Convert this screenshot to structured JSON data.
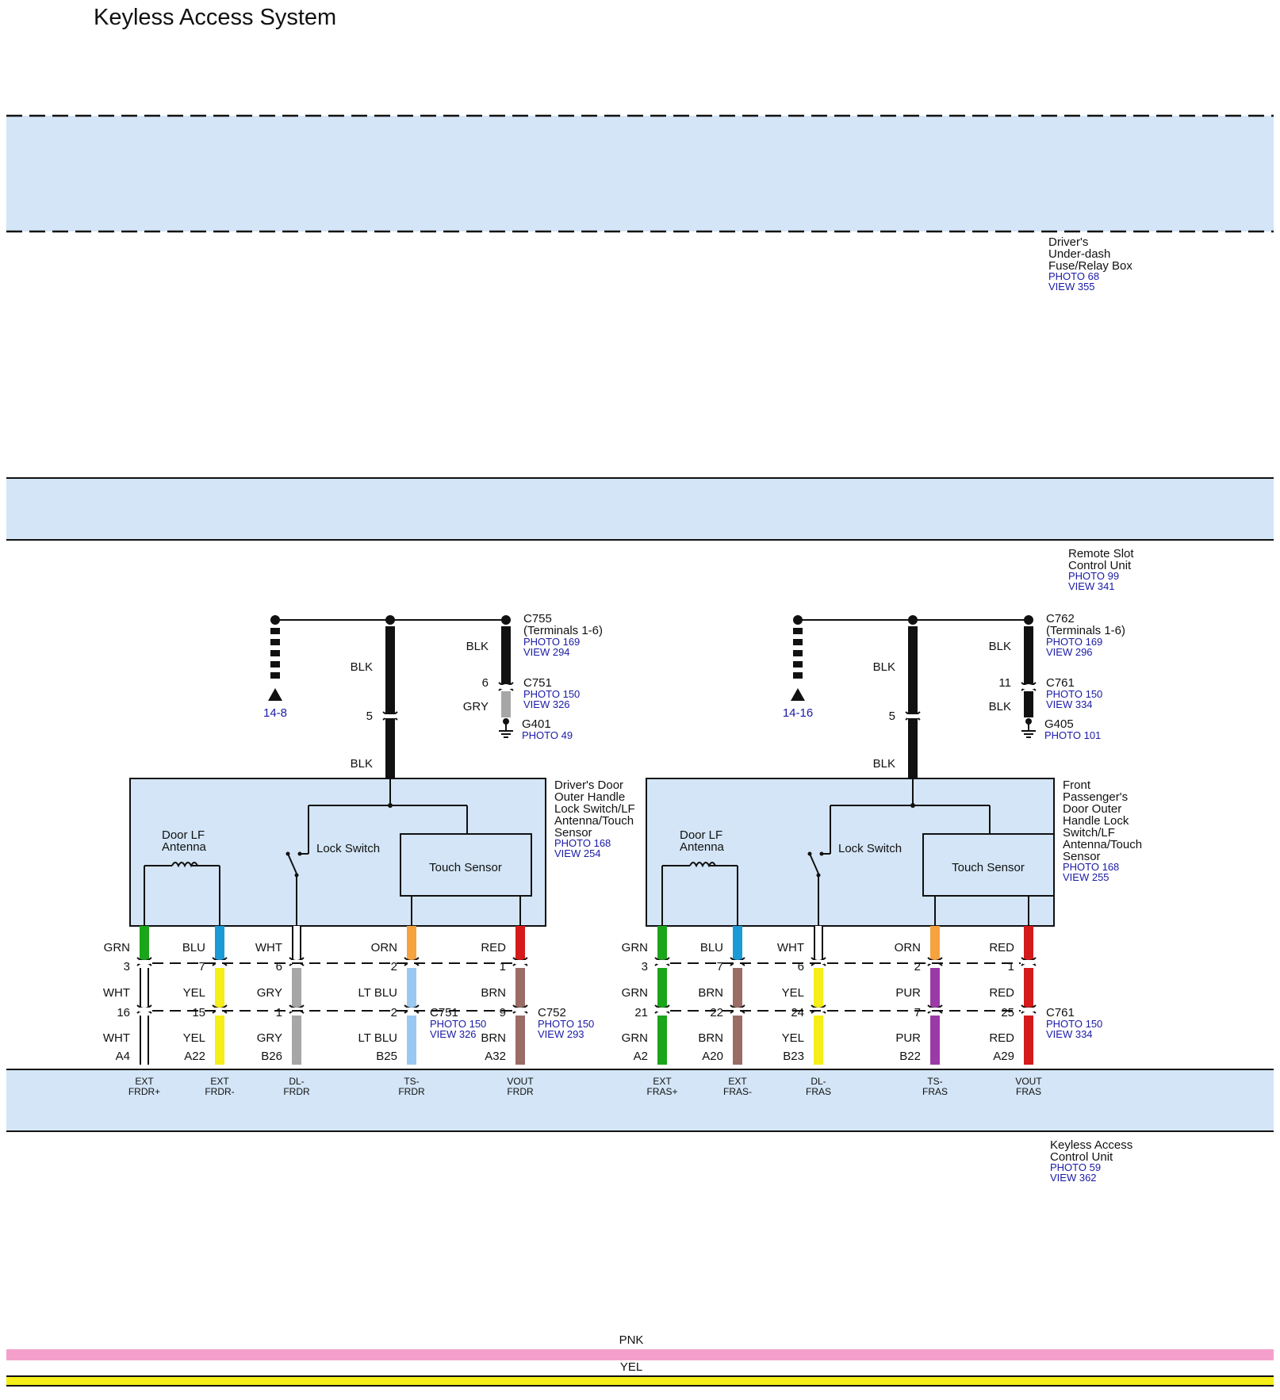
{
  "title": "Keyless Access System",
  "colors": {
    "box_fill": "#d3e5f6",
    "link_text": "#1a1aa6",
    "GRN": "#1aa51a",
    "BLU": "#1a9ad6",
    "WHT": "#ffffff",
    "ORN": "#f5a23f",
    "RED": "#d41a1a",
    "YEL": "#f5ee18",
    "GRY": "#a6a6a6",
    "LT BLU": "#99c9f0",
    "BRN": "#9b6b66",
    "PUR": "#9b3aa6",
    "BLK": "#111111",
    "PNK": "#f5a0cc"
  },
  "fuse_box": {
    "label": [
      "Driver's",
      "Under-dash",
      "Fuse/Relay Box"
    ],
    "photo": "PHOTO 68",
    "view": "VIEW 355"
  },
  "remote_slot": {
    "label": [
      "Remote Slot",
      "Control Unit"
    ],
    "photo": "PHOTO 99",
    "view": "VIEW 341"
  },
  "control_unit": {
    "label": [
      "Keyless Access",
      "Control Unit"
    ],
    "photo": "PHOTO 59",
    "view": "VIEW 362"
  },
  "left": {
    "ref": "14-8",
    "splice": {
      "code": "C755",
      "sub": "(Terminals 1-6)",
      "photo": "PHOTO 169",
      "view": "VIEW 294",
      "wire": "BLK"
    },
    "ground_conn": {
      "code": "C751",
      "pin": "6",
      "photo": "PHOTO 150",
      "view": "VIEW 326",
      "wire": "GRY"
    },
    "ground": {
      "code": "G401",
      "photo": "PHOTO 49"
    },
    "center": {
      "pin": "5",
      "wire_top": "BLK",
      "wire_bottom": "BLK"
    },
    "unit": {
      "label": [
        "Driver's Door",
        "Outer Handle",
        "Lock Switch/LF",
        "Antenna/Touch",
        "Sensor"
      ],
      "photo": "PHOTO 168",
      "view": "VIEW 254"
    },
    "antenna": [
      "Door LF",
      "Antenna"
    ],
    "lock_switch": "Lock Switch",
    "touch_sensor": "Touch Sensor",
    "wires": [
      {
        "c1": "GRN",
        "pin1": "3",
        "c2": "WHT",
        "pin2": "16",
        "c3": "WHT",
        "term": "A4",
        "sig": [
          "EXT",
          "FRDR+"
        ]
      },
      {
        "c1": "BLU",
        "pin1": "7",
        "c2": "YEL",
        "pin2": "15",
        "c3": "YEL",
        "term": "A22",
        "sig": [
          "EXT",
          "FRDR-"
        ]
      },
      {
        "c1": "WHT",
        "pin1": "6",
        "c2": "GRY",
        "pin2": "1",
        "c3": "GRY",
        "term": "B26",
        "sig": [
          "DL-",
          "FRDR"
        ]
      },
      {
        "c1": "ORN",
        "pin1": "2",
        "c2": "LT BLU",
        "pin2": "2",
        "c3": "LT BLU",
        "term": "B25",
        "sig": [
          "TS-",
          "FRDR"
        ]
      },
      {
        "c1": "RED",
        "pin1": "1",
        "c2": "BRN",
        "pin2": "9",
        "c3": "BRN",
        "term": "A32",
        "sig": [
          "VOUT",
          "FRDR"
        ]
      }
    ],
    "conn_a": {
      "code": "C751",
      "photo": "PHOTO 150",
      "view": "VIEW 326"
    },
    "conn_b": {
      "code": "C752",
      "photo": "PHOTO 150",
      "view": "VIEW 293"
    }
  },
  "right": {
    "ref": "14-16",
    "splice": {
      "code": "C762",
      "sub": "(Terminals 1-6)",
      "photo": "PHOTO 169",
      "view": "VIEW 296",
      "wire": "BLK"
    },
    "ground_conn": {
      "code": "C761",
      "pin": "11",
      "photo": "PHOTO 150",
      "view": "VIEW 334",
      "wire": "BLK"
    },
    "ground": {
      "code": "G405",
      "photo": "PHOTO 101"
    },
    "center": {
      "pin": "5",
      "wire_top": "BLK",
      "wire_bottom": "BLK"
    },
    "unit": {
      "label": [
        "Front",
        "Passenger's",
        "Door Outer",
        "Handle Lock",
        "Switch/LF",
        "Antenna/Touch",
        "Sensor"
      ],
      "photo": "PHOTO 168",
      "view": "VIEW 255"
    },
    "antenna": [
      "Door LF",
      "Antenna"
    ],
    "lock_switch": "Lock Switch",
    "touch_sensor": "Touch Sensor",
    "wires": [
      {
        "c1": "GRN",
        "pin1": "3",
        "c2": "GRN",
        "pin2": "21",
        "c3": "GRN",
        "term": "A2",
        "sig": [
          "EXT",
          "FRAS+"
        ]
      },
      {
        "c1": "BLU",
        "pin1": "7",
        "c2": "BRN",
        "pin2": "22",
        "c3": "BRN",
        "term": "A20",
        "sig": [
          "EXT",
          "FRAS-"
        ]
      },
      {
        "c1": "WHT",
        "pin1": "6",
        "c2": "YEL",
        "pin2": "24",
        "c3": "YEL",
        "term": "B23",
        "sig": [
          "DL-",
          "FRAS"
        ]
      },
      {
        "c1": "ORN",
        "pin1": "2",
        "c2": "PUR",
        "pin2": "7",
        "c3": "PUR",
        "term": "B22",
        "sig": [
          "TS-",
          "FRAS"
        ]
      },
      {
        "c1": "RED",
        "pin1": "1",
        "c2": "RED",
        "pin2": "25",
        "c3": "RED",
        "term": "A29",
        "sig": [
          "VOUT",
          "FRAS"
        ]
      }
    ],
    "conn_b": {
      "code": "C761",
      "photo": "PHOTO 150",
      "view": "VIEW 334"
    }
  },
  "bottom_wires": [
    {
      "color": "PNK"
    },
    {
      "color": "YEL"
    }
  ]
}
